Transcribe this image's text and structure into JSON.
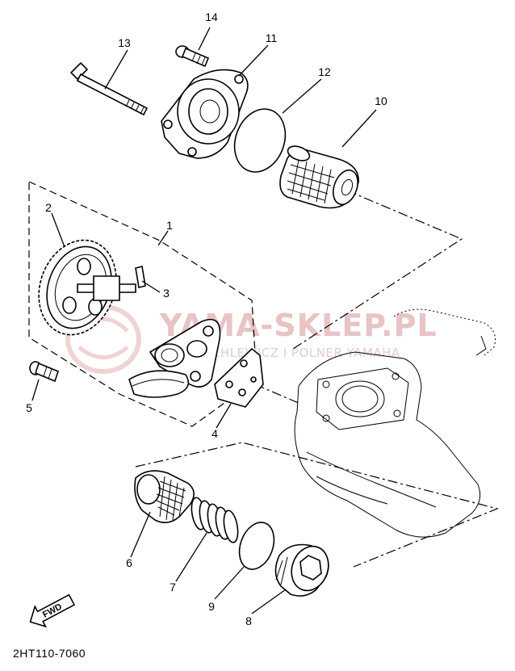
{
  "diagram_code": "2HT110-7060",
  "watermark": {
    "main": "YAMA-SKLEP.PL",
    "sub": "CHLEWICZ I POLNER YAMAHA"
  },
  "direction_label": "FWD",
  "callouts": [
    {
      "id": "1",
      "label": "1"
    },
    {
      "id": "2",
      "label": "2"
    },
    {
      "id": "3",
      "label": "3"
    },
    {
      "id": "4",
      "label": "4"
    },
    {
      "id": "5",
      "label": "5"
    },
    {
      "id": "6",
      "label": "6"
    },
    {
      "id": "7",
      "label": "7"
    },
    {
      "id": "8",
      "label": "8"
    },
    {
      "id": "9",
      "label": "9"
    },
    {
      "id": "10",
      "label": "10"
    },
    {
      "id": "11",
      "label": "11"
    },
    {
      "id": "12",
      "label": "12"
    },
    {
      "id": "13",
      "label": "13"
    },
    {
      "id": "14",
      "label": "14"
    }
  ],
  "colors": {
    "line": "#000000",
    "background": "#ffffff",
    "watermark": "#e8c4c4"
  }
}
